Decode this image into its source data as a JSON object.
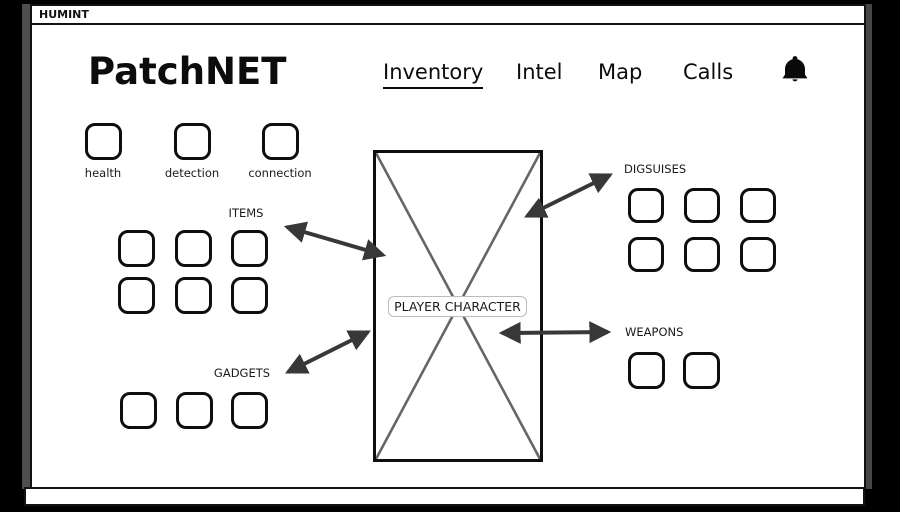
{
  "window": {
    "title": "HUMINT",
    "logo": "PatchNET",
    "nav": {
      "items": [
        {
          "label": "Inventory",
          "active": true
        },
        {
          "label": "Intel",
          "active": false
        },
        {
          "label": "Map",
          "active": false
        },
        {
          "label": "Calls",
          "active": false
        }
      ],
      "bell_icon": "notification-bell"
    },
    "status_indicators": [
      {
        "label": "health"
      },
      {
        "label": "detection"
      },
      {
        "label": "connection"
      }
    ],
    "sections": {
      "items": {
        "label": "ITEMS",
        "slot_count": 6,
        "grid": "2x3"
      },
      "gadgets": {
        "label": "GADGETS",
        "slot_count": 3,
        "grid": "1x3"
      },
      "disguises": {
        "label": "DIGSUISES",
        "slot_count": 6,
        "grid": "2x3"
      },
      "weapons": {
        "label": "WEAPONS",
        "slot_count": 2,
        "grid": "1x2"
      }
    },
    "player_placeholder": {
      "label": "PLAYER CHARACTER",
      "style": "image-placeholder-x"
    }
  },
  "colors": {
    "background": "#000000",
    "window_bg": "#ffffff",
    "line": "#0e0e0e",
    "arrow": "#383838",
    "placeholder_x": "#666666",
    "tag_border": "#bdbdbd"
  }
}
